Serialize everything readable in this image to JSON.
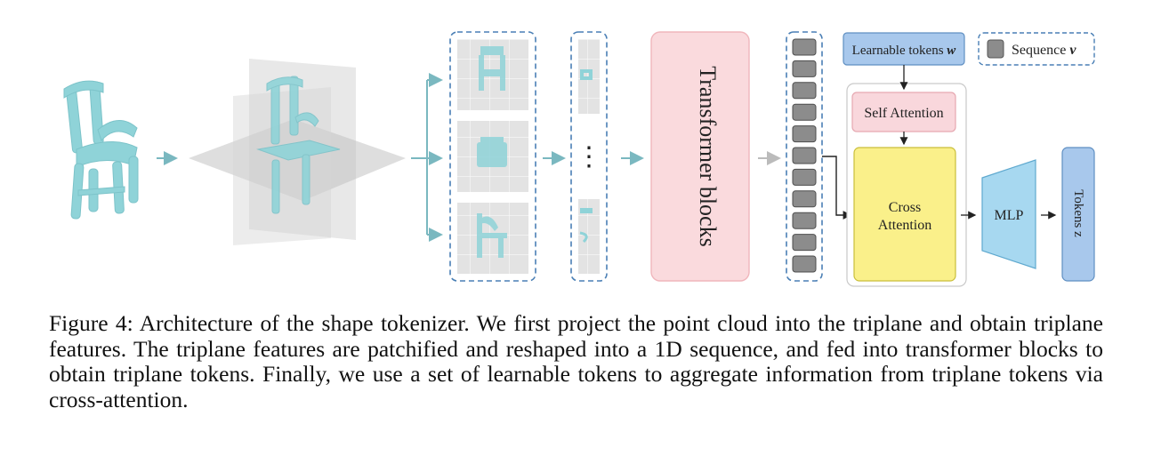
{
  "figure": {
    "transformer_label": "Transformer blocks",
    "learnable_tokens_text": "Learnable tokens ",
    "learnable_tokens_var": "w",
    "sequence_legend_text": "Sequence ",
    "sequence_legend_var": "v",
    "self_attention_label": "Self Attention",
    "cross_attention_line1": "Cross",
    "cross_attention_line2": "Attention",
    "mlp_label": "MLP",
    "tokens_label": "Tokens z",
    "ellipsis": "⋮",
    "colors": {
      "teal": "#8fd3d8",
      "arrow_teal": "#7ab8c0",
      "dashed_blue": "#4a7fb5",
      "transformer_fill": "#fadadd",
      "learnable_fill": "#a8c8ec",
      "self_attention_fill": "#f9d7dc",
      "cross_attention_fill": "#faf08a",
      "mlp_fill": "#a7d8f0",
      "tokens_fill": "#a8c8ec",
      "seq_token_fill": "#8c8c8c"
    }
  },
  "caption": {
    "label": "Figure 4:",
    "text": " Architecture of the shape tokenizer. We first project the point cloud into the triplane and obtain triplane features. The triplane features are patchified and reshaped into a 1D sequence, and fed into transformer blocks to obtain triplane tokens. Finally, we use a set of learnable tokens to aggregate information from triplane tokens via cross-attention."
  }
}
